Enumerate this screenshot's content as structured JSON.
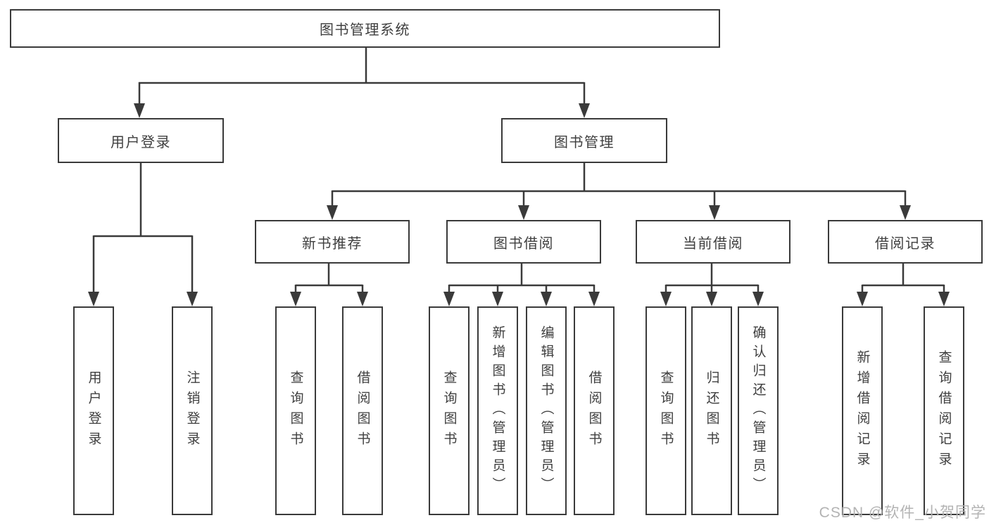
{
  "colors": {
    "line": "#3a3a3a",
    "text": "#3f3f3f",
    "background": "#ffffff",
    "watermark": "#b3b3b3"
  },
  "root": {
    "label": "图书管理系统"
  },
  "level2": {
    "user_login": {
      "label": "用户登录"
    },
    "book_management": {
      "label": "图书管理"
    }
  },
  "level3": {
    "new_book_recommend": {
      "label": "新书推荐"
    },
    "book_borrowing": {
      "label": "图书借阅"
    },
    "current_borrowing": {
      "label": "当前借阅"
    },
    "borrowing_records": {
      "label": "借阅记录"
    }
  },
  "leaves": {
    "user_login": {
      "label": "用户登录"
    },
    "logout": {
      "label": "注销登录"
    },
    "nb_query_books": {
      "label": "查询图书"
    },
    "nb_borrow_books": {
      "label": "借阅图书"
    },
    "bb_query_books": {
      "label": "查询图书"
    },
    "bb_add_books_admin": {
      "label": "新增图书（管理员）"
    },
    "bb_edit_books_admin": {
      "label": "编辑图书（管理员）"
    },
    "bb_borrow_books": {
      "label": "借阅图书"
    },
    "cb_query_books": {
      "label": "查询图书"
    },
    "cb_return_books": {
      "label": "归还图书"
    },
    "cb_confirm_return_admin": {
      "label": "确认归还（管理员）"
    },
    "br_add_record": {
      "label": "新增借阅记录"
    },
    "br_query_record": {
      "label": "查询借阅记录"
    }
  },
  "watermark": {
    "text": "CSDN @软件_小贺同学"
  }
}
